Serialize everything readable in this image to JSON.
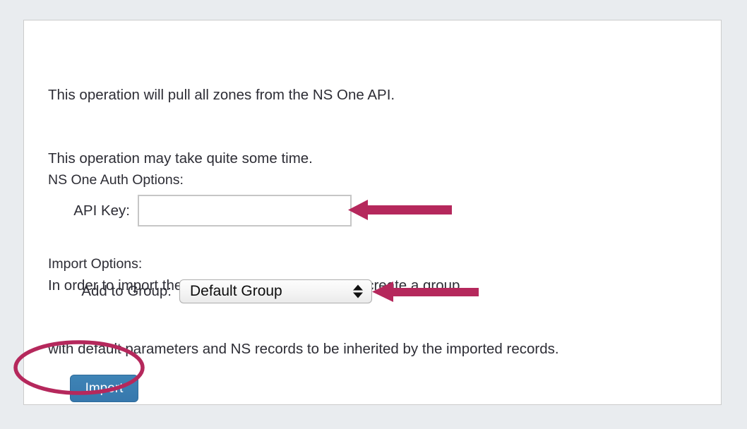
{
  "page": {
    "background_color": "#e9ecef",
    "panel_background": "#ffffff",
    "panel_border_color": "#cccccc",
    "text_color": "#2d2d35"
  },
  "intro": {
    "line1": "This operation will pull all zones from the NS One API.",
    "line2": "This operation may take quite some time.",
    "line3": "In order to import the zones it is highly advised to create a group",
    "line4": "with default parameters and NS records to be inherited by the imported records."
  },
  "auth_section": {
    "heading": "NS One Auth Options:",
    "api_key": {
      "label": "API Key:",
      "value": "",
      "placeholder": ""
    }
  },
  "import_section": {
    "heading": "Import Options:",
    "group": {
      "label": "Add to Group:",
      "selected": "Default Group",
      "options": [
        "Default Group"
      ]
    }
  },
  "actions": {
    "import_label": "Import",
    "import_button_color": "#3778ad",
    "import_text_color": "#ffffff"
  },
  "annotations": {
    "highlight_color": "#b5285c",
    "items": [
      {
        "name": "arrow-to-api-key",
        "type": "arrow",
        "direction": "left"
      },
      {
        "name": "arrow-to-group-select",
        "type": "arrow",
        "direction": "left"
      },
      {
        "name": "ellipse-around-import-button",
        "type": "ellipse"
      }
    ]
  }
}
